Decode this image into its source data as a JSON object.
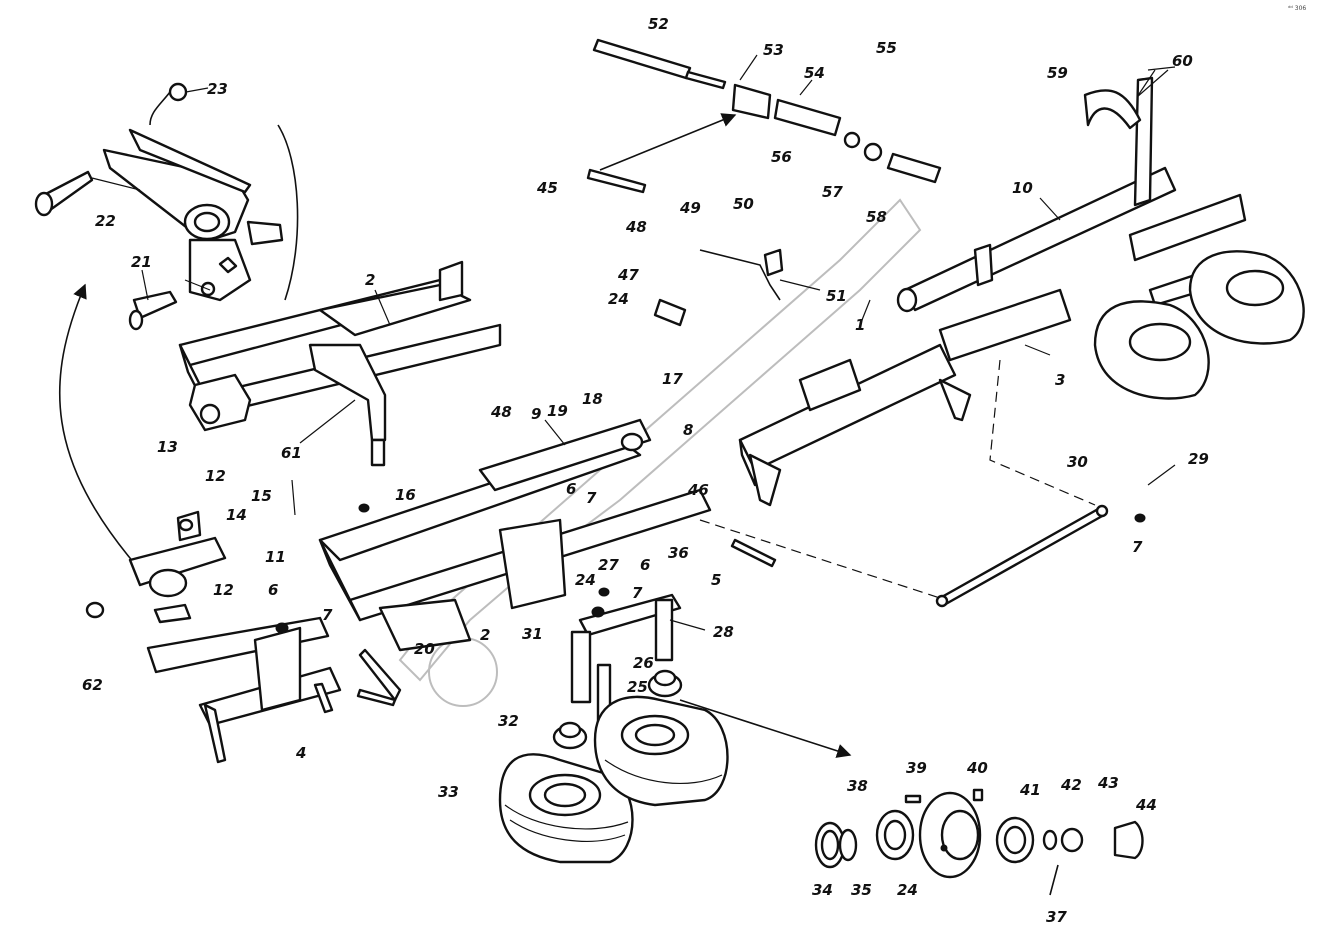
{
  "diagram": {
    "corner_code": "ᵈᵈ 306",
    "callouts": [
      "1",
      "2",
      "2",
      "3",
      "4",
      "5",
      "6",
      "6",
      "6",
      "7",
      "7",
      "7",
      "7",
      "8",
      "9",
      "10",
      "11",
      "12",
      "12",
      "13",
      "14",
      "15",
      "16",
      "17",
      "18",
      "19",
      "20",
      "21",
      "22",
      "23",
      "24",
      "24",
      "24",
      "25",
      "26",
      "27",
      "28",
      "29",
      "30",
      "31",
      "32",
      "33",
      "34",
      "35",
      "36",
      "37",
      "38",
      "39",
      "40",
      "41",
      "42",
      "43",
      "44",
      "45",
      "46",
      "47",
      "48",
      "48",
      "49",
      "50",
      "51",
      "52",
      "53",
      "54",
      "55",
      "56",
      "57",
      "58",
      "59",
      "60",
      "61",
      "62"
    ]
  }
}
